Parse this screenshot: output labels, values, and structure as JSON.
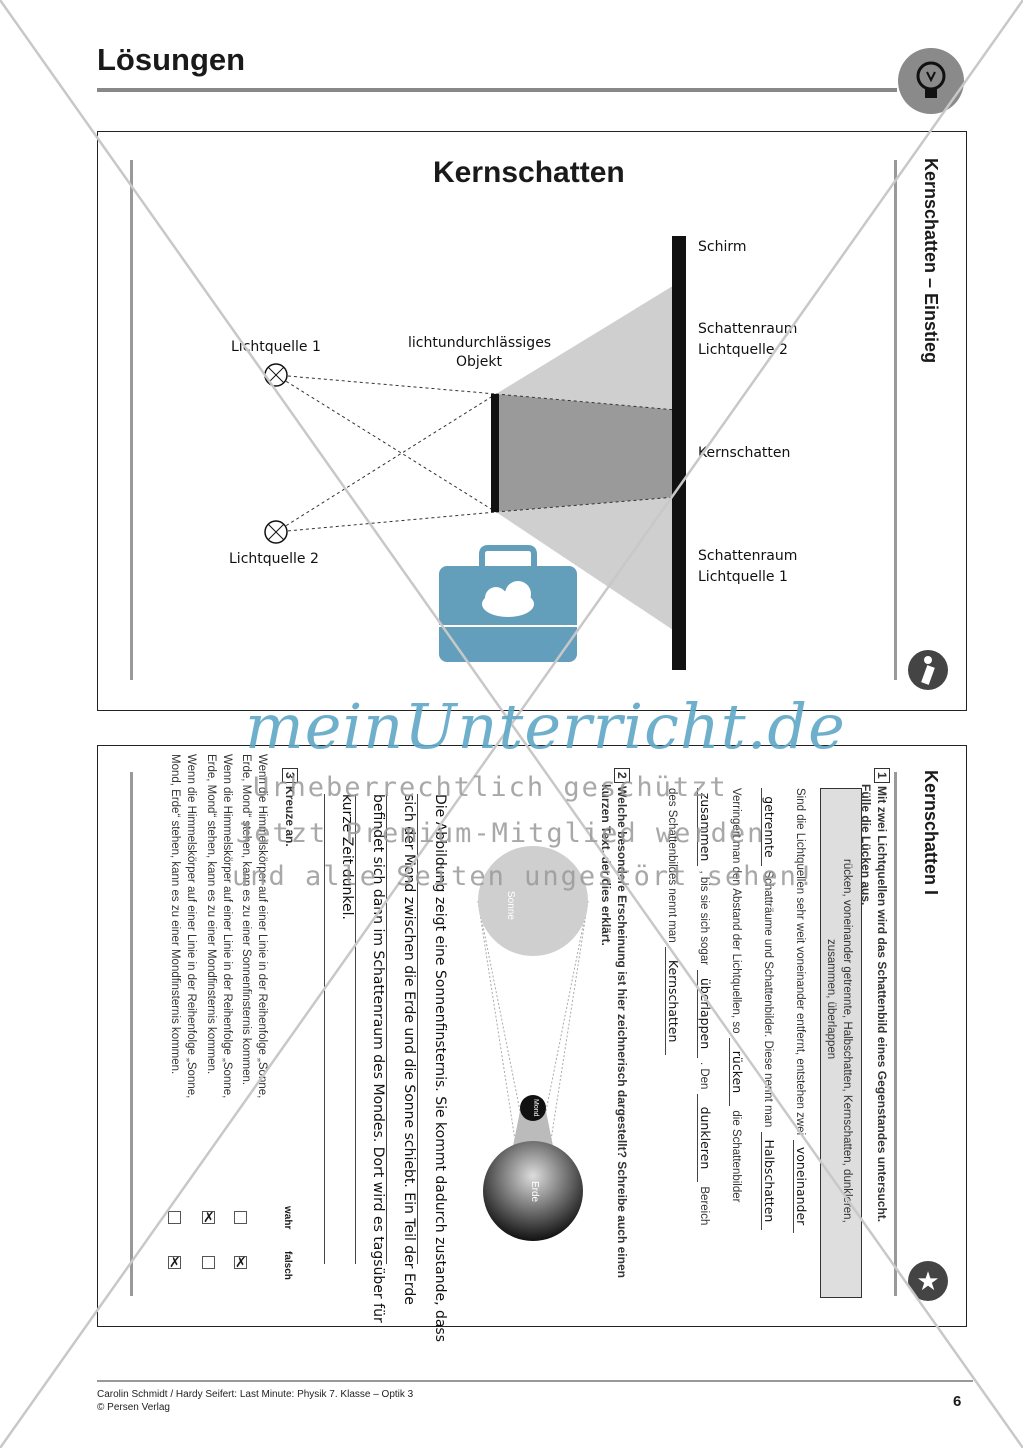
{
  "header": {
    "title": "Lösungen",
    "icon": "light-bulb-icon"
  },
  "card1": {
    "heading": "Kernschatten",
    "side_title": "Kernschatten – Einstieg",
    "labels": {
      "lichtquelle1": "Lichtquelle 1",
      "lichtquelle2": "Lichtquelle 2",
      "objekt_line1": "lichtundurchlässiges",
      "objekt_line2": "Objekt",
      "schirm": "Schirm",
      "schattenraum2_line1": "Schattenraum",
      "schattenraum2_line2": "Lichtquelle 2",
      "kernschatten": "Kernschatten",
      "schattenraum1_line1": "Schattenraum",
      "schattenraum1_line2": "Lichtquelle 1"
    },
    "icon": "info-icon"
  },
  "card2": {
    "side_title": "Kernschatten I",
    "icon": "star-icon",
    "task1": {
      "number": "1",
      "question_line1": "Mit zwei Lichtquellen wird das Schattenbild eines Gegenstandes untersucht.",
      "question_line2": "Fülle die Lücken aus.",
      "word_box_line1": "rücken, voneinander getrennte, Halbschatten, Kernschatten, dunkleren,",
      "word_box_line2": "zusammen, überlappen",
      "text_a": "Sind die Lichtquellen sehr weit voneinander entfernt, entstehen zwei",
      "answer_a": "voneinander",
      "answer_b": "getrennte",
      "text_b": "Schatträume und Schattenbilder. Diese nennt man",
      "answer_c": "Halbschatten",
      "text_c": "Verringert man den Abstand der Lichtquellen, so",
      "answer_d": "rücken",
      "text_d": "die Schattenbilder",
      "answer_e": "zusammen",
      "text_e": ", bis sie sich sogar",
      "answer_f": "überlappen",
      "text_f": ". Den",
      "answer_g": "dunkleren",
      "text_g": "Bereich",
      "text_h": "des Schattenbildes nennt man",
      "answer_h": "Kernschatten"
    },
    "task2": {
      "number": "2",
      "question_line1": "Welche besondere Erscheinung ist hier zeichnerisch dargestellt? Schreibe auch einen",
      "question_line2": "kurzen Text, der dies erklärt.",
      "sonne": "Sonne",
      "mond": "Mond",
      "erde": "Erde",
      "answer_line1": "Die Abbildung zeigt eine Sonnenfinsternis. Sie kommt dadurch zustande, dass",
      "answer_line2": "sich der Mond zwischen die Erde und die Sonne schiebt. Ein Teil der Erde",
      "answer_line3": "befindet sich dann im Schattenraum des Mondes. Dort wird es tagsüber für",
      "answer_line4": "kurze Zeit dunkel."
    },
    "task3": {
      "number": "3",
      "instruction": "Kreuze an.",
      "col_true": "wahr",
      "col_false": "falsch",
      "statements": [
        {
          "line1": "Wenn die Himmelskörper auf einer Linie in der Reihenfolge „Sonne,",
          "line2": "Erde, Mond“ stehen, kann es zu einer Sonnenfinsternis kommen.",
          "wahr": "",
          "falsch": "✗"
        },
        {
          "line1": "Wenn die Himmelskörper auf einer Linie in der Reihenfolge „Sonne,",
          "line2": "Erde, Mond“ stehen, kann es zu einer Mondfinsternis kommen.",
          "wahr": "✗",
          "falsch": ""
        },
        {
          "line1": "Wenn die Himmelskörper auf einer Linie in der Reihenfolge „Sonne,",
          "line2": "Mond, Erde“ stehen, kann es zu einer Mondfinsternis kommen.",
          "wahr": "",
          "falsch": "✗"
        }
      ]
    }
  },
  "watermark": {
    "logo": "meinUnterricht.de",
    "line1": "Urheberrechtlich geschützt",
    "line2": "Jetzt Premium-Mitglied werden",
    "line3": "und alle Seiten ungestört sehen!"
  },
  "footer": {
    "credit": "Carolin Schmidt / Hardy Seifert: Last Minute: Physik 7. Klasse – Optik 3",
    "copyright": "© Persen Verlag",
    "page_number": "6"
  }
}
